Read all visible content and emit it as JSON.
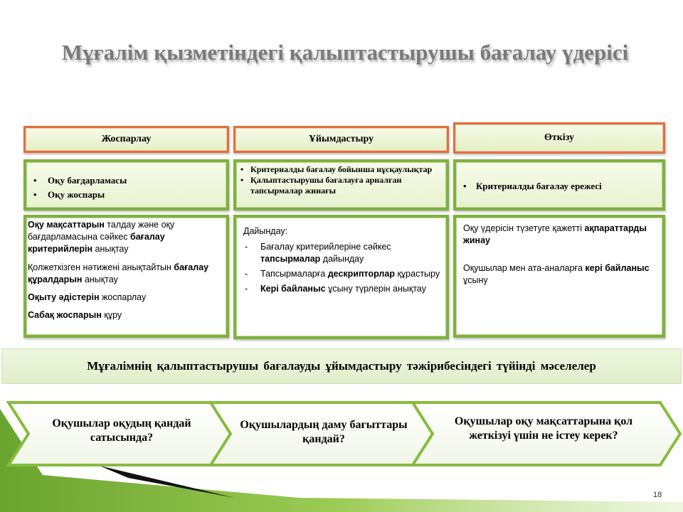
{
  "slide": {
    "title": "Мұғалім қызметіндегі қалыптастырушы бағалау үдерісі",
    "page_number": "18"
  },
  "columns": [
    {
      "header": "Жоспарлау",
      "bullets": [
        "Оқу бағдарламасы",
        "Оқу жоспары"
      ],
      "details": [
        {
          "bold1": "Оқу мақсаттарын",
          "text1": " талдау және оқу бағдарламасына сәйкес ",
          "bold2": "бағалау критерийлерін",
          "text2": " анықтау"
        },
        {
          "text0": "Қолжеткізген нәтижені анықтайтын ",
          "bold1": "бағалау құралдарын",
          "text1": " анықтау"
        },
        {
          "bold1": "Оқыту әдістерін",
          "text1": " жоспарлау"
        },
        {
          "bold1": "Сабақ жоспарын",
          "text1": " құру"
        }
      ]
    },
    {
      "header": "Ұйымдастыру",
      "bullets": [
        "Критериалды бағалау бойынша нұсқаулықтар",
        "Қалыптастырушы бағалауға арналған тапсырмалар жинағы"
      ],
      "intro": "Дайындау:",
      "details": [
        {
          "text0": "Бағалау критерийлеріне сәйкес ",
          "bold1": "тапсырмалар",
          "text1": " дайындау"
        },
        {
          "text0": "Тапсырмаларға ",
          "bold1": "дескрипторлар",
          "text1": " құрастыру"
        },
        {
          "bold1": "Кері байланыс",
          "text1": " ұсыну түрлерін анықтау"
        }
      ]
    },
    {
      "header": "Өткізу",
      "bullets": [
        "Критериалды бағалау ережесі"
      ],
      "details": [
        {
          "text0": "Оқу үдерісін түзетуге қажетті ",
          "bold1": "ақпараттарды жинау"
        },
        {
          "text0": "Оқушылар мен ата-аналарға ",
          "bold1": "кері байланыс",
          "text1": " ұсыну"
        }
      ]
    }
  ],
  "banner": "Мұғалімнің қалыптастырушы бағалауды ұйымдастыру тәжірибесіндегі түйінді мәселелер",
  "questions": [
    "Оқушылар оқудың қандай сатысында?",
    "Оқушылардың даму бағыттары қандай?",
    "Оқушылар оқу мақсаттарына қол жеткізуі үшін не істеу керек?"
  ],
  "colors": {
    "title": "#7a7a7a",
    "header_border": "#e0703b",
    "green_border": "#7fb13f",
    "accent_green": "#8cc43f"
  }
}
